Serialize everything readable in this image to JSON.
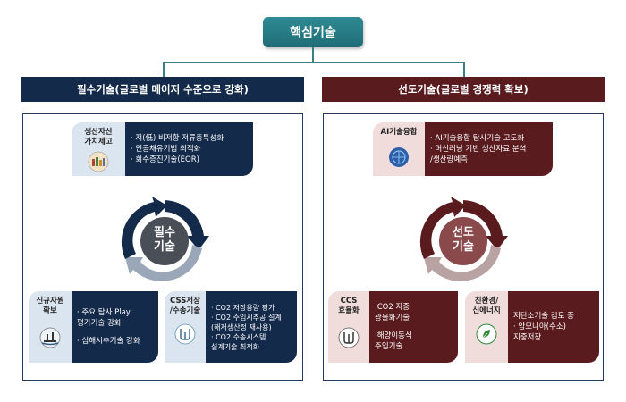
{
  "root": {
    "label": "핵심기술"
  },
  "left": {
    "header": "필수기술(글로벌 메이저 수준으로 강화)",
    "center": [
      "필수",
      "기술"
    ],
    "colors": {
      "dark": "#142a4a",
      "light": "#dbe5f0",
      "mid": "#9aa7b8"
    },
    "cards": [
      {
        "tag": [
          "생산자산",
          "가치제고"
        ],
        "icon": "oil-field-icon",
        "items": [
          "· 저(低) 비저항 저류층특성화",
          "· 인공채유기법 최적화",
          "· 회수증진기술(EOR)"
        ]
      },
      {
        "tag": [
          "신규자원",
          "확보"
        ],
        "icon": "offshore-platform-icon",
        "items": [
          "· 주요 탐사 Play",
          "  평가기술 강화",
          "· 심해시추기술 강화"
        ]
      },
      {
        "tag": [
          "CSS저장",
          "/수송기술"
        ],
        "icon": "pipeline-icon",
        "items": [
          "· CO2 저장용량 평가",
          "· CO2 주입시추공 설계",
          "(해저생산정 재사용)",
          "· CO2 수송시스템",
          "  설계기술 최적화"
        ]
      }
    ]
  },
  "right": {
    "header": "선도기술(글로벌 경쟁력 확보)",
    "center": [
      "선도",
      "기술"
    ],
    "colors": {
      "dark": "#5a1b1f",
      "light": "#f1dcdc",
      "mid": "#b9a2a2"
    },
    "cards": [
      {
        "tag": [
          "AI기술융합"
        ],
        "icon": "ai-globe-icon",
        "items": [
          "· AI기술융합 탐사기술 고도화",
          "· 머신러닝 기반 생산자료 분석",
          "  /생산량예측"
        ]
      },
      {
        "tag": [
          "CCS",
          "효율화"
        ],
        "icon": "ccs-storage-icon",
        "items": [
          "·CO2 지중",
          "  광물화기술",
          "·해양이동식",
          "  주입기술"
        ]
      },
      {
        "tag": [
          "친환경/",
          "신에너지"
        ],
        "icon": "green-energy-icon",
        "items": [
          "저탄소기술 검토 중",
          "· 암모니아(수소)",
          "  지중저장"
        ]
      }
    ]
  }
}
